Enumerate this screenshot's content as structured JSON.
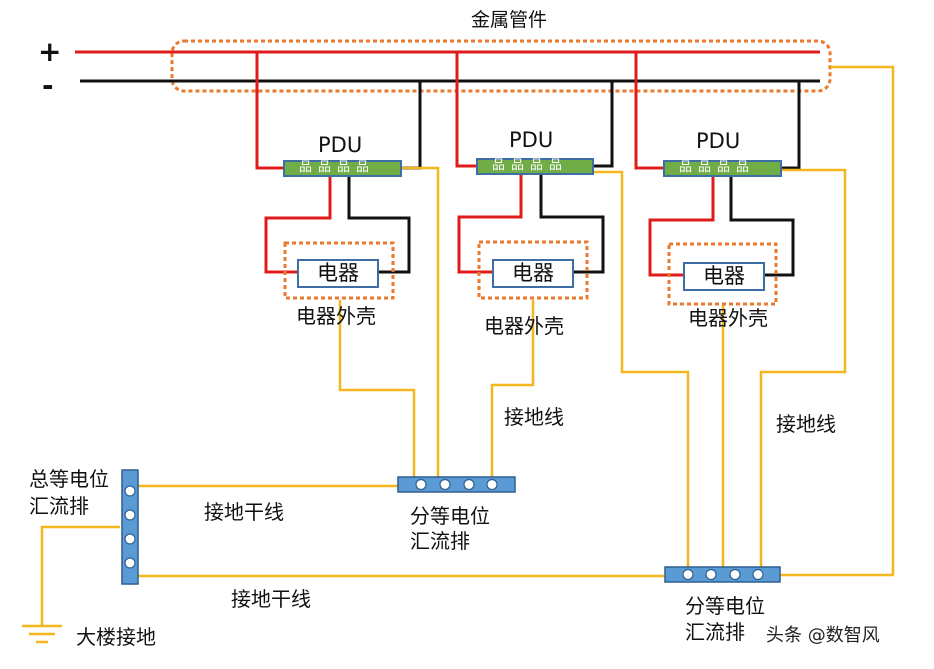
{
  "title": "金属管件",
  "rail_plus": "+",
  "rail_minus": "-",
  "pdu_label": "PDU",
  "pdu_sockets": "品品品品",
  "device_label": "电器",
  "enclosure_label": "电器外壳",
  "ground_wire": "接地线",
  "trunk_wire": "接地干线",
  "main_bus": "总等电位汇流排",
  "main_bus_line1": "总等电位",
  "main_bus_line2": "汇流排",
  "sub_bus_line1": "分等电位",
  "sub_bus_line2": "汇流排",
  "building_ground": "大楼接地",
  "watermark": "头条 @数智风",
  "colors": {
    "positive": "#e01b1b",
    "negative": "#111111",
    "ground": "#f3b61f",
    "enclosure": "#e97a2e",
    "bus": "#5b9bd5",
    "pdu": "#70ad47"
  }
}
